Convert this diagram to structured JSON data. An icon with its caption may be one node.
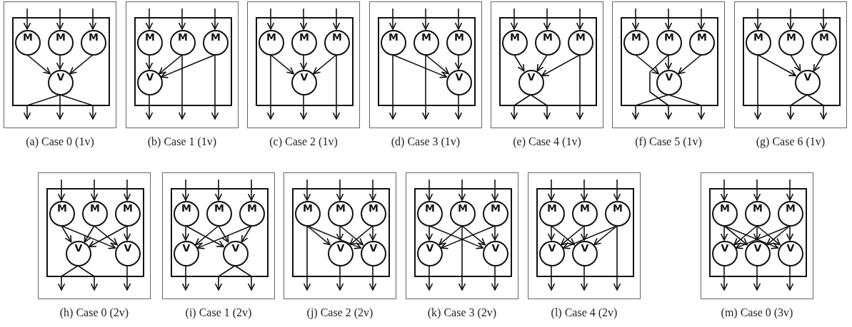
{
  "diagram": {
    "nodes": [
      {
        "text": [],
        "shape": "box",
        "beside": [
          "(a) Case 0 (1v)"
        ]
      },
      {
        "text": [],
        "shape": "box",
        "in": 0
      },
      {
        "text": [
          "M"
        ],
        "in": 1
      },
      {
        "text": [
          "M"
        ],
        "in": 1
      },
      {
        "text": [
          "M"
        ],
        "in": 1
      },
      {
        "text": [
          "V"
        ],
        "in": 1
      },
      {
        "text": [],
        "shape": "box",
        "beside": [
          "(b) Case 1 (1v)"
        ]
      },
      {
        "text": [],
        "shape": "box",
        "in": 6
      },
      {
        "text": [
          "M"
        ],
        "in": 7
      },
      {
        "text": [
          "M"
        ],
        "in": 7
      },
      {
        "text": [
          "M"
        ],
        "in": 7
      },
      {
        "text": [
          "V"
        ],
        "in": 7
      },
      {
        "text": [],
        "shape": "box",
        "beside": [
          "(c) Case 2 (1v)"
        ]
      },
      {
        "text": [],
        "shape": "box",
        "in": 12
      },
      {
        "text": [
          "M"
        ],
        "in": 13
      },
      {
        "text": [
          "M"
        ],
        "in": 13
      },
      {
        "text": [
          "M"
        ],
        "in": 13
      },
      {
        "text": [
          "V"
        ],
        "in": 13
      },
      {
        "text": [],
        "shape": "box",
        "beside": [
          "(d) Case 3 (1v)"
        ]
      },
      {
        "text": [],
        "shape": "box",
        "in": 18
      },
      {
        "text": [
          "M"
        ],
        "in": 19
      },
      {
        "text": [
          "M"
        ],
        "in": 19
      },
      {
        "text": [
          "M"
        ],
        "in": 19
      },
      {
        "text": [
          "V"
        ],
        "in": 19
      },
      {
        "text": [],
        "shape": "box",
        "beside": [
          "(e) Case 4 (1v)"
        ]
      },
      {
        "text": [],
        "shape": "box",
        "in": 24
      },
      {
        "text": [
          "M"
        ],
        "in": 25
      },
      {
        "text": [
          "M"
        ],
        "in": 25
      },
      {
        "text": [
          "M"
        ],
        "in": 25
      },
      {
        "text": [
          "V"
        ],
        "in": 25
      },
      {
        "text": [],
        "shape": "box",
        "beside": [
          "(f) Case 5 (1v)"
        ]
      },
      {
        "text": [],
        "shape": "box",
        "in": 30
      },
      {
        "text": [
          "M"
        ],
        "in": 31
      },
      {
        "text": [
          "M"
        ],
        "in": 31
      },
      {
        "text": [
          "M"
        ],
        "in": 31
      },
      {
        "text": [
          "V"
        ],
        "in": 31
      },
      {
        "text": [],
        "shape": "box",
        "beside": [
          "(g) Case 6 (1v)"
        ]
      },
      {
        "text": [],
        "shape": "box",
        "in": 36
      },
      {
        "text": [
          "M"
        ],
        "in": 37
      },
      {
        "text": [
          "M"
        ],
        "in": 37
      },
      {
        "text": [
          "M"
        ],
        "in": 37
      },
      {
        "text": [
          "V"
        ],
        "in": 37
      },
      {
        "text": [],
        "shape": "box",
        "beside": [
          "(h) Case 0 (2v)"
        ]
      },
      {
        "text": [],
        "shape": "box",
        "in": 42
      },
      {
        "text": [
          "M"
        ],
        "in": 43
      },
      {
        "text": [
          "M"
        ],
        "in": 43
      },
      {
        "text": [
          "M"
        ],
        "in": 43
      },
      {
        "text": [
          "V"
        ],
        "in": 43
      },
      {
        "text": [
          "V"
        ],
        "in": 43
      },
      {
        "text": [],
        "shape": "box",
        "beside": [
          "(i) Case 1 (2v)"
        ]
      },
      {
        "text": [],
        "shape": "box",
        "in": 49
      },
      {
        "text": [
          "M"
        ],
        "in": 50
      },
      {
        "text": [
          "M"
        ],
        "in": 50
      },
      {
        "text": [
          "M"
        ],
        "in": 50
      },
      {
        "text": [
          "V"
        ],
        "in": 50
      },
      {
        "text": [
          "V"
        ],
        "in": 50
      },
      {
        "text": [],
        "shape": "box",
        "beside": [
          "(j) Case 2 (2v)"
        ]
      },
      {
        "text": [],
        "shape": "box",
        "in": 56
      },
      {
        "text": [
          "M"
        ],
        "in": 57
      },
      {
        "text": [
          "M"
        ],
        "in": 57
      },
      {
        "text": [
          "M"
        ],
        "in": 57
      },
      {
        "text": [
          "V"
        ],
        "in": 57
      },
      {
        "text": [
          "V"
        ],
        "in": 57
      },
      {
        "text": [],
        "shape": "box",
        "beside": [
          "(k) Case 3 (2v)"
        ]
      },
      {
        "text": [],
        "shape": "box",
        "in": 63
      },
      {
        "text": [
          "M"
        ],
        "in": 64
      },
      {
        "text": [
          "M"
        ],
        "in": 64
      },
      {
        "text": [
          "M"
        ],
        "in": 64
      },
      {
        "text": [
          "V"
        ],
        "in": 64
      },
      {
        "text": [
          "V"
        ],
        "in": 64
      },
      {
        "text": [],
        "shape": "box",
        "beside": [
          "(l) Case 4 (2v)"
        ]
      },
      {
        "text": [],
        "shape": "box",
        "in": 70
      },
      {
        "text": [
          "M"
        ],
        "in": 71
      },
      {
        "text": [
          "M"
        ],
        "in": 71
      },
      {
        "text": [
          "M"
        ],
        "in": 71
      },
      {
        "text": [
          "V"
        ],
        "in": 71
      },
      {
        "text": [
          "V"
        ],
        "in": 71
      },
      {
        "text": [],
        "shape": "box",
        "beside": [
          "(m) Case 0 (3v)"
        ]
      },
      {
        "text": [],
        "shape": "box",
        "in": 77
      },
      {
        "text": [
          "M"
        ],
        "in": 78
      },
      {
        "text": [
          "M"
        ],
        "in": 78
      },
      {
        "text": [
          "M"
        ],
        "in": 78
      },
      {
        "text": [
          "V"
        ],
        "in": 78
      },
      {
        "text": [
          "V"
        ],
        "in": 78
      },
      {
        "text": [
          "V"
        ],
        "in": 78
      }
    ],
    "edges": [
      {
        "from": null,
        "to": 2,
        "arrow": "to"
      },
      {
        "from": null,
        "to": 3,
        "arrow": "to"
      },
      {
        "from": null,
        "to": 4,
        "arrow": "to"
      },
      {
        "from": 2,
        "to": 5,
        "arrow": "to"
      },
      {
        "from": 3,
        "to": 5,
        "arrow": "to"
      },
      {
        "from": 4,
        "to": 5,
        "arrow": "to"
      },
      {
        "from": 5,
        "to": null,
        "arrow": "to"
      },
      {
        "from": 5,
        "to": null,
        "arrow": "to"
      },
      {
        "from": 5,
        "to": null,
        "arrow": "to"
      },
      {
        "from": null,
        "to": 8,
        "arrow": "to"
      },
      {
        "from": null,
        "to": 9,
        "arrow": "to"
      },
      {
        "from": null,
        "to": 10,
        "arrow": "to"
      },
      {
        "from": 8,
        "to": 11,
        "arrow": "to"
      },
      {
        "from": 9,
        "to": 11,
        "arrow": "to"
      },
      {
        "from": 10,
        "to": 11,
        "arrow": "to"
      },
      {
        "from": 11,
        "to": null,
        "arrow": "to"
      },
      {
        "from": 9,
        "to": null,
        "arrow": "to"
      },
      {
        "from": 10,
        "to": null,
        "arrow": "to"
      },
      {
        "from": null,
        "to": 14,
        "arrow": "to"
      },
      {
        "from": null,
        "to": 15,
        "arrow": "to"
      },
      {
        "from": null,
        "to": 16,
        "arrow": "to"
      },
      {
        "from": 14,
        "to": 17,
        "arrow": "to"
      },
      {
        "from": 15,
        "to": 17,
        "arrow": "to"
      },
      {
        "from": 16,
        "to": 17,
        "arrow": "to"
      },
      {
        "from": 14,
        "to": null,
        "arrow": "to"
      },
      {
        "from": 17,
        "to": null,
        "arrow": "to"
      },
      {
        "from": 16,
        "to": null,
        "arrow": "to"
      },
      {
        "from": null,
        "to": 20,
        "arrow": "to"
      },
      {
        "from": null,
        "to": 21,
        "arrow": "to"
      },
      {
        "from": null,
        "to": 22,
        "arrow": "to"
      },
      {
        "from": 20,
        "to": 23,
        "arrow": "to"
      },
      {
        "from": 21,
        "to": 23,
        "arrow": "to"
      },
      {
        "from": 22,
        "to": 23,
        "arrow": "to"
      },
      {
        "from": 20,
        "to": null,
        "arrow": "to"
      },
      {
        "from": 21,
        "to": null,
        "arrow": "to"
      },
      {
        "from": 23,
        "to": null,
        "arrow": "to"
      },
      {
        "from": null,
        "to": 26,
        "arrow": "to"
      },
      {
        "from": null,
        "to": 27,
        "arrow": "to"
      },
      {
        "from": null,
        "to": 28,
        "arrow": "to"
      },
      {
        "from": 26,
        "to": 29,
        "arrow": "to"
      },
      {
        "from": 27,
        "to": 29,
        "arrow": "to"
      },
      {
        "from": 28,
        "to": 29,
        "arrow": "to"
      },
      {
        "from": 29,
        "to": null,
        "arrow": "to"
      },
      {
        "from": 29,
        "to": null,
        "arrow": "to"
      },
      {
        "from": 28,
        "to": null,
        "arrow": "to"
      },
      {
        "from": null,
        "to": 32,
        "arrow": "to"
      },
      {
        "from": null,
        "to": 33,
        "arrow": "to"
      },
      {
        "from": null,
        "to": 34,
        "arrow": "to"
      },
      {
        "from": 32,
        "to": 35,
        "arrow": "to"
      },
      {
        "from": 33,
        "to": 35,
        "arrow": "to"
      },
      {
        "from": 34,
        "to": 35,
        "arrow": "to"
      },
      {
        "from": 35,
        "to": null,
        "arrow": "to"
      },
      {
        "from": 33,
        "to": null,
        "arrow": "to"
      },
      {
        "from": 35,
        "to": null,
        "arrow": "to"
      },
      {
        "from": null,
        "to": 38,
        "arrow": "to"
      },
      {
        "from": null,
        "to": 39,
        "arrow": "to"
      },
      {
        "from": null,
        "to": 40,
        "arrow": "to"
      },
      {
        "from": 38,
        "to": 41,
        "arrow": "to"
      },
      {
        "from": 39,
        "to": 41,
        "arrow": "to"
      },
      {
        "from": 40,
        "to": 41,
        "arrow": "to"
      },
      {
        "from": 38,
        "to": null,
        "arrow": "to"
      },
      {
        "from": 41,
        "to": null,
        "arrow": "to"
      },
      {
        "from": 41,
        "to": null,
        "arrow": "to"
      },
      {
        "from": null,
        "to": 44,
        "arrow": "to"
      },
      {
        "from": null,
        "to": 45,
        "arrow": "to"
      },
      {
        "from": null,
        "to": 46,
        "arrow": "to"
      },
      {
        "from": 44,
        "to": 47,
        "arrow": "to"
      },
      {
        "from": 44,
        "to": 48,
        "arrow": "to"
      },
      {
        "from": 45,
        "to": 47,
        "arrow": "to"
      },
      {
        "from": 45,
        "to": 48,
        "arrow": "to"
      },
      {
        "from": 46,
        "to": 47,
        "arrow": "to"
      },
      {
        "from": 46,
        "to": 48,
        "arrow": "to"
      },
      {
        "from": 47,
        "to": null,
        "arrow": "to"
      },
      {
        "from": 47,
        "to": null,
        "arrow": "to"
      },
      {
        "from": 48,
        "to": null,
        "arrow": "to"
      },
      {
        "from": null,
        "to": 51,
        "arrow": "to"
      },
      {
        "from": null,
        "to": 52,
        "arrow": "to"
      },
      {
        "from": null,
        "to": 53,
        "arrow": "to"
      },
      {
        "from": 51,
        "to": 54,
        "arrow": "to"
      },
      {
        "from": 51,
        "to": 55,
        "arrow": "to"
      },
      {
        "from": 52,
        "to": 54,
        "arrow": "to"
      },
      {
        "from": 52,
        "to": 55,
        "arrow": "to"
      },
      {
        "from": 53,
        "to": 54,
        "arrow": "to"
      },
      {
        "from": 53,
        "to": 55,
        "arrow": "to"
      },
      {
        "from": 54,
        "to": null,
        "arrow": "to"
      },
      {
        "from": 55,
        "to": null,
        "arrow": "to"
      },
      {
        "from": 55,
        "to": null,
        "arrow": "to"
      },
      {
        "from": null,
        "to": 58,
        "arrow": "to"
      },
      {
        "from": null,
        "to": 59,
        "arrow": "to"
      },
      {
        "from": null,
        "to": 60,
        "arrow": "to"
      },
      {
        "from": 58,
        "to": 61,
        "arrow": "to"
      },
      {
        "from": 58,
        "to": 62,
        "arrow": "to"
      },
      {
        "from": 59,
        "to": 61,
        "arrow": "to"
      },
      {
        "from": 59,
        "to": 62,
        "arrow": "to"
      },
      {
        "from": 60,
        "to": 61,
        "arrow": "to"
      },
      {
        "from": 60,
        "to": 62,
        "arrow": "to"
      },
      {
        "from": 58,
        "to": null,
        "arrow": "to"
      },
      {
        "from": 61,
        "to": null,
        "arrow": "to"
      },
      {
        "from": 62,
        "to": null,
        "arrow": "to"
      },
      {
        "from": null,
        "to": 65,
        "arrow": "to"
      },
      {
        "from": null,
        "to": 66,
        "arrow": "to"
      },
      {
        "from": null,
        "to": 67,
        "arrow": "to"
      },
      {
        "from": 65,
        "to": 68,
        "arrow": "to"
      },
      {
        "from": 65,
        "to": 69,
        "arrow": "to"
      },
      {
        "from": 66,
        "to": 68,
        "arrow": "to"
      },
      {
        "from": 66,
        "to": 69,
        "arrow": "to"
      },
      {
        "from": 67,
        "to": 68,
        "arrow": "to"
      },
      {
        "from": 67,
        "to": 69,
        "arrow": "to"
      },
      {
        "from": 68,
        "to": null,
        "arrow": "to"
      },
      {
        "from": 66,
        "to": null,
        "arrow": "to"
      },
      {
        "from": 69,
        "to": null,
        "arrow": "to"
      },
      {
        "from": null,
        "to": 72,
        "arrow": "to"
      },
      {
        "from": null,
        "to": 73,
        "arrow": "to"
      },
      {
        "from": null,
        "to": 74,
        "arrow": "to"
      },
      {
        "from": 72,
        "to": 75,
        "arrow": "to"
      },
      {
        "from": 72,
        "to": 76,
        "arrow": "to"
      },
      {
        "from": 73,
        "to": 75,
        "arrow": "to"
      },
      {
        "from": 73,
        "to": 76,
        "arrow": "to"
      },
      {
        "from": 74,
        "to": 75,
        "arrow": "to"
      },
      {
        "from": 74,
        "to": 76,
        "arrow": "to"
      },
      {
        "from": 75,
        "to": null,
        "arrow": "to"
      },
      {
        "from": 76,
        "to": null,
        "arrow": "to"
      },
      {
        "from": 74,
        "to": null,
        "arrow": "to"
      },
      {
        "from": null,
        "to": 79,
        "arrow": "to"
      },
      {
        "from": null,
        "to": 80,
        "arrow": "to"
      },
      {
        "from": null,
        "to": 81,
        "arrow": "to"
      },
      {
        "from": 79,
        "to": 82,
        "arrow": "to"
      },
      {
        "from": 79,
        "to": 83,
        "arrow": "to"
      },
      {
        "from": 79,
        "to": 84,
        "arrow": "to"
      },
      {
        "from": 80,
        "to": 82,
        "arrow": "to"
      },
      {
        "from": 80,
        "to": 83,
        "arrow": "to"
      },
      {
        "from": 80,
        "to": 84,
        "arrow": "to"
      },
      {
        "from": 81,
        "to": 82,
        "arrow": "to"
      },
      {
        "from": 81,
        "to": 83,
        "arrow": "to"
      },
      {
        "from": 81,
        "to": 84,
        "arrow": "to"
      },
      {
        "from": 82,
        "to": null,
        "arrow": "to"
      },
      {
        "from": 83,
        "to": null,
        "arrow": "to"
      },
      {
        "from": 84,
        "to": null,
        "arrow": "to"
      }
    ]
  }
}
